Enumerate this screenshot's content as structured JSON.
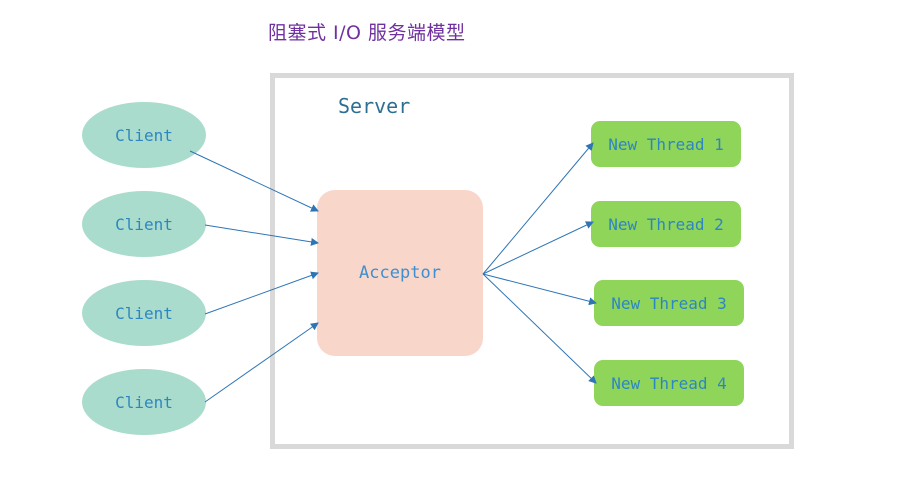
{
  "title": "阻塞式 I/O 服务端模型",
  "server": {
    "label": "Server"
  },
  "acceptor": {
    "label": "Acceptor"
  },
  "clients": [
    {
      "label": "Client"
    },
    {
      "label": "Client"
    },
    {
      "label": "Client"
    },
    {
      "label": "Client"
    }
  ],
  "threads": [
    {
      "label": "New Thread 1"
    },
    {
      "label": "New Thread 2"
    },
    {
      "label": "New Thread 3"
    },
    {
      "label": "New Thread 4"
    }
  ],
  "colors": {
    "title": "#7030a0",
    "client_fill": "#a9dccc",
    "acceptor_fill": "#f8d6ca",
    "thread_fill": "#8fd55a",
    "server_border": "#d9d9d9",
    "arrow": "#2e75b6",
    "text": "#2e86c1"
  }
}
